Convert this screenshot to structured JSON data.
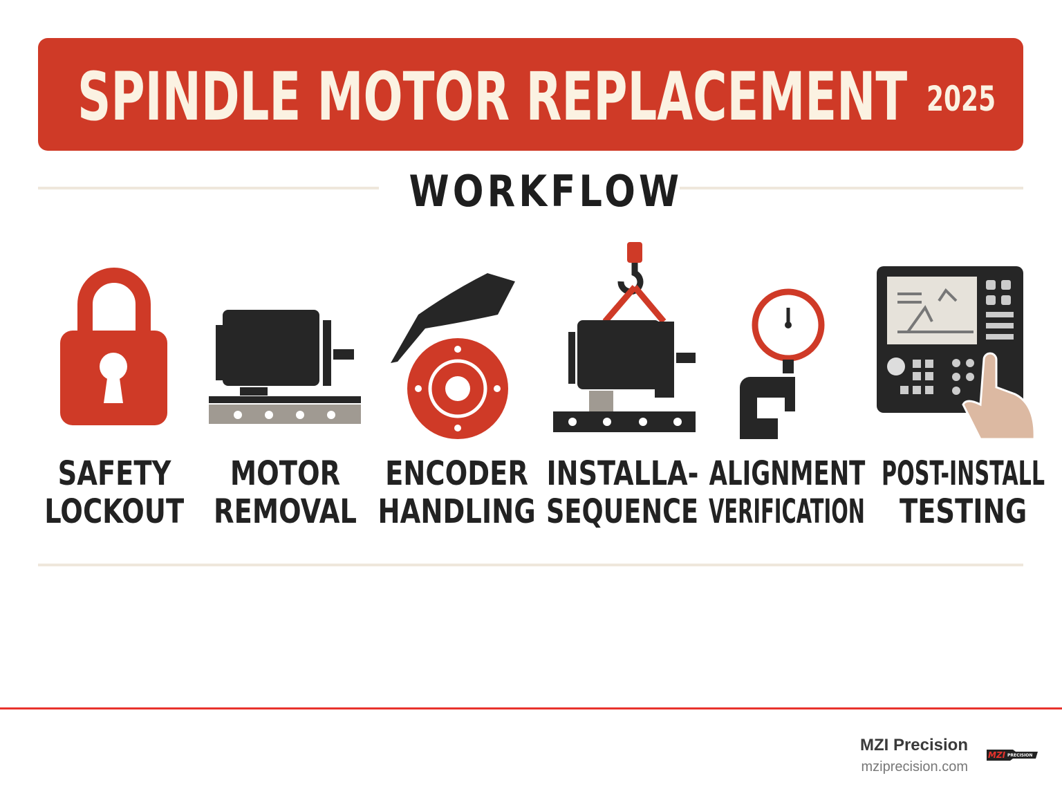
{
  "header": {
    "title": "SPINDLE MOTOR REPLACEMENT",
    "year": "2025",
    "subtitle": "WORKFLOW"
  },
  "steps": [
    {
      "icon": "padlock-icon",
      "line1": "SAFETY",
      "line2": "LOCKOUT"
    },
    {
      "icon": "motor-icon",
      "line1": "MOTOR",
      "line2": "REMOVAL"
    },
    {
      "icon": "hand-encoder-icon",
      "line1": "ENCODER",
      "line2": "HANDLING"
    },
    {
      "icon": "crane-hook-motor-icon",
      "line1": "INSTALLA-",
      "line2": "SEQUENCE"
    },
    {
      "icon": "dial-gauge-icon",
      "line1": "ALIGNMENT",
      "line2": "VERIFICATION"
    },
    {
      "icon": "cnc-control-panel-icon",
      "line1": "POST-INSTALL",
      "line2": "TESTING"
    }
  ],
  "footer": {
    "company": "MZI Precision",
    "url": "mziprecision.com",
    "logo_text": "MZI PRECISION"
  },
  "colors": {
    "accent": "#cf3a27",
    "dark": "#262626",
    "cream": "#fbf2e2"
  }
}
